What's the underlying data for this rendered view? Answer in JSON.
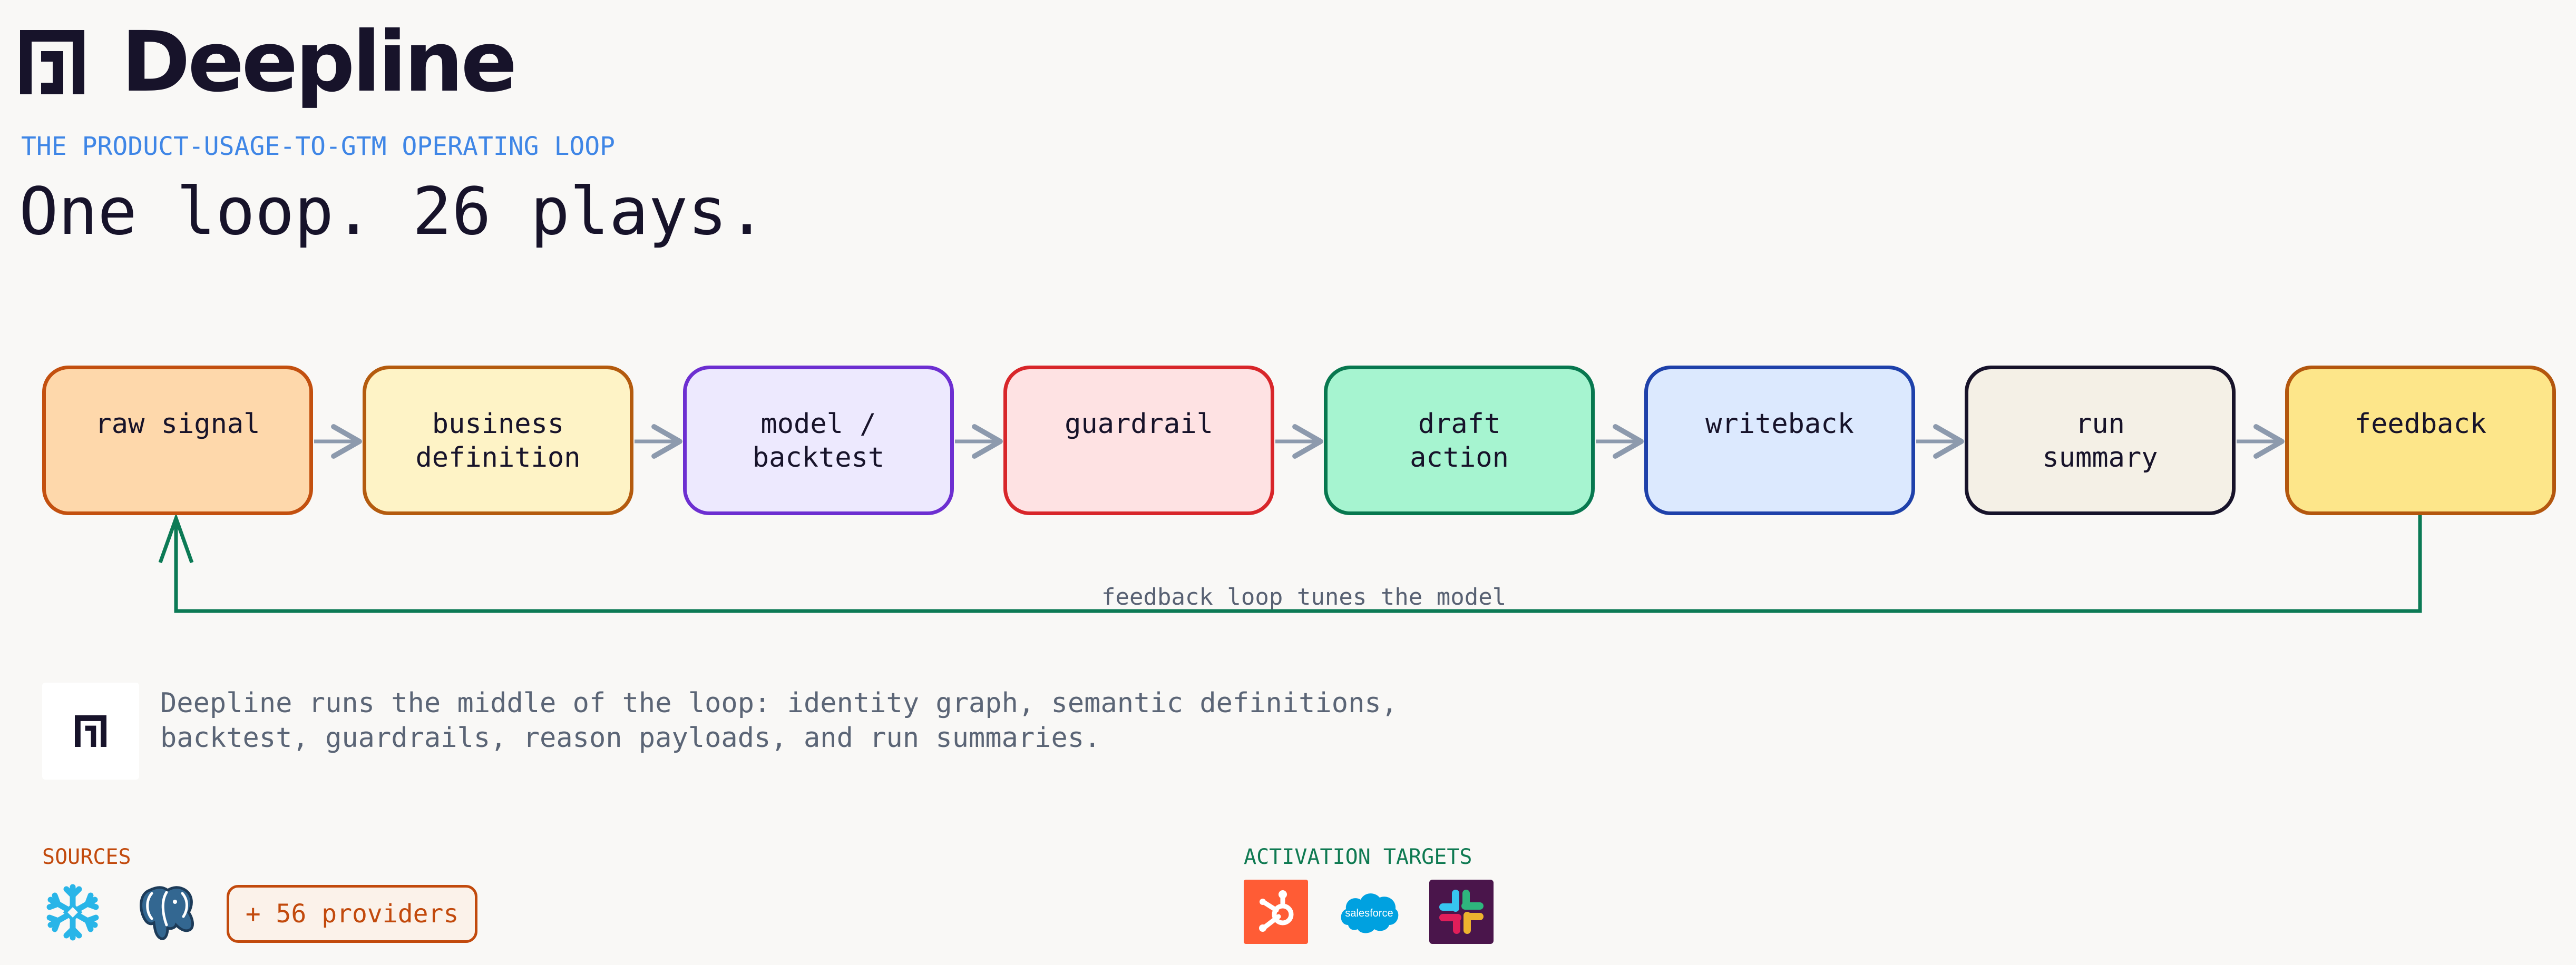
{
  "brand": {
    "name": "Deepline",
    "logo_icon": "deepline-logo-icon"
  },
  "eyebrow": "THE PRODUCT-USAGE-TO-GTM OPERATING LOOP",
  "headline": "One loop. 26 plays.",
  "flow": {
    "steps": [
      {
        "label": "raw signal",
        "fill": "#fed8ab",
        "border": "#c3500f"
      },
      {
        "label": "business\ndefinition",
        "fill": "#fef3c6",
        "border": "#b45b0e"
      },
      {
        "label": "model /\nbacktest",
        "fill": "#ede9fe",
        "border": "#6d2fd1"
      },
      {
        "label": "guardrail",
        "fill": "#fee2e3",
        "border": "#d8262a"
      },
      {
        "label": "draft\naction",
        "fill": "#a6f4d0",
        "border": "#08784f"
      },
      {
        "label": "writeback",
        "fill": "#dce9fe",
        "border": "#1f41aa"
      },
      {
        "label": "run\nsummary",
        "fill": "#f4f0e6",
        "border": "#17132a"
      },
      {
        "label": "feedback",
        "fill": "#fde68a",
        "border": "#b4570e"
      }
    ],
    "connector_color": "#8d9aad",
    "loop_color": "#0c7a55",
    "loop_label": "feedback loop tunes the model"
  },
  "note": {
    "icon": "deepline-logo-icon",
    "lines": [
      "Deepline runs the middle of the loop: identity graph, semantic definitions,",
      "backtest, guardrails, reason payloads, and run summaries."
    ]
  },
  "sources": {
    "label": "SOURCES",
    "icons": [
      "snowflake-icon",
      "postgresql-icon"
    ],
    "more": "+ 56 providers",
    "accent": "#c24a0d"
  },
  "activation": {
    "label": "ACTIVATION TARGETS",
    "icons": [
      "hubspot-icon",
      "salesforce-icon",
      "slack-icon"
    ],
    "accent": "#0f7a52",
    "salesforce_wordmark": "salesforce"
  }
}
